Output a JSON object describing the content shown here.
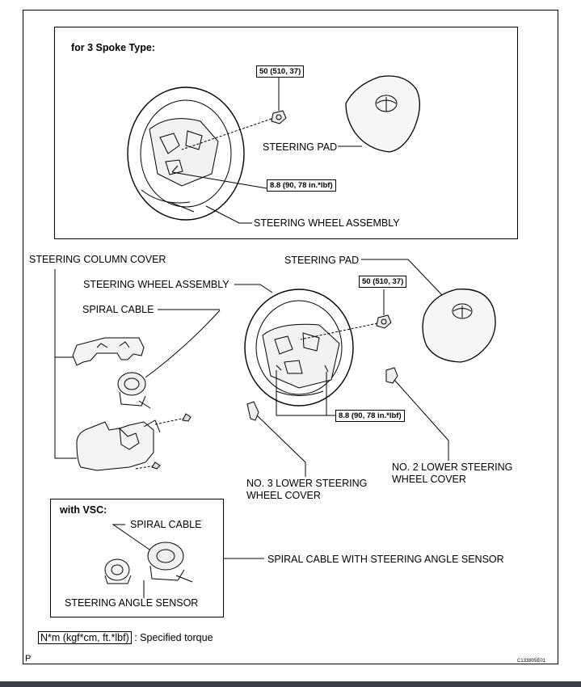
{
  "labels": {
    "three_spoke_title": "for 3 Spoke Type:",
    "torque_nut_top": "50 (510, 37)",
    "steering_pad_top": "STEERING PAD",
    "torque_bolt_top": "8.8 (90, 78 in.*lbf)",
    "steering_wheel_assembly_top": "STEERING WHEEL ASSEMBLY",
    "steering_column_cover": "STEERING COLUMN COVER",
    "steering_pad_main": "STEERING PAD",
    "steering_wheel_assembly_main": "STEERING WHEEL ASSEMBLY",
    "torque_nut_main": "50 (510, 37)",
    "spiral_cable": "SPIRAL CABLE",
    "torque_bolt_main": "8.8 (90, 78 in.*lbf)",
    "no3_cover_line1": "NO. 3 LOWER STEERING",
    "no3_cover_line2": "WHEEL COVER",
    "no2_cover_line1": "NO. 2 LOWER STEERING",
    "no2_cover_line2": "WHEEL COVER",
    "vsc_title": "with VSC:",
    "vsc_spiral_cable": "SPIRAL CABLE",
    "spiral_cable_with_sensor": "SPIRAL CABLE WITH STEERING ANGLE SENSOR",
    "steering_angle_sensor": "STEERING ANGLE SENSOR",
    "legend_unit": "N*m (kgf*cm, ft.*lbf)",
    "legend_text": ": Specified torque",
    "figure_id": "C133805E01",
    "corner_letter": "P"
  },
  "icons": [
    "steering-wheel-icon",
    "steering-pad-icon",
    "nut-icon",
    "bolt-icon",
    "column-cover-icon",
    "spiral-cable-icon",
    "angle-sensor-icon",
    "lower-cover-icon"
  ]
}
